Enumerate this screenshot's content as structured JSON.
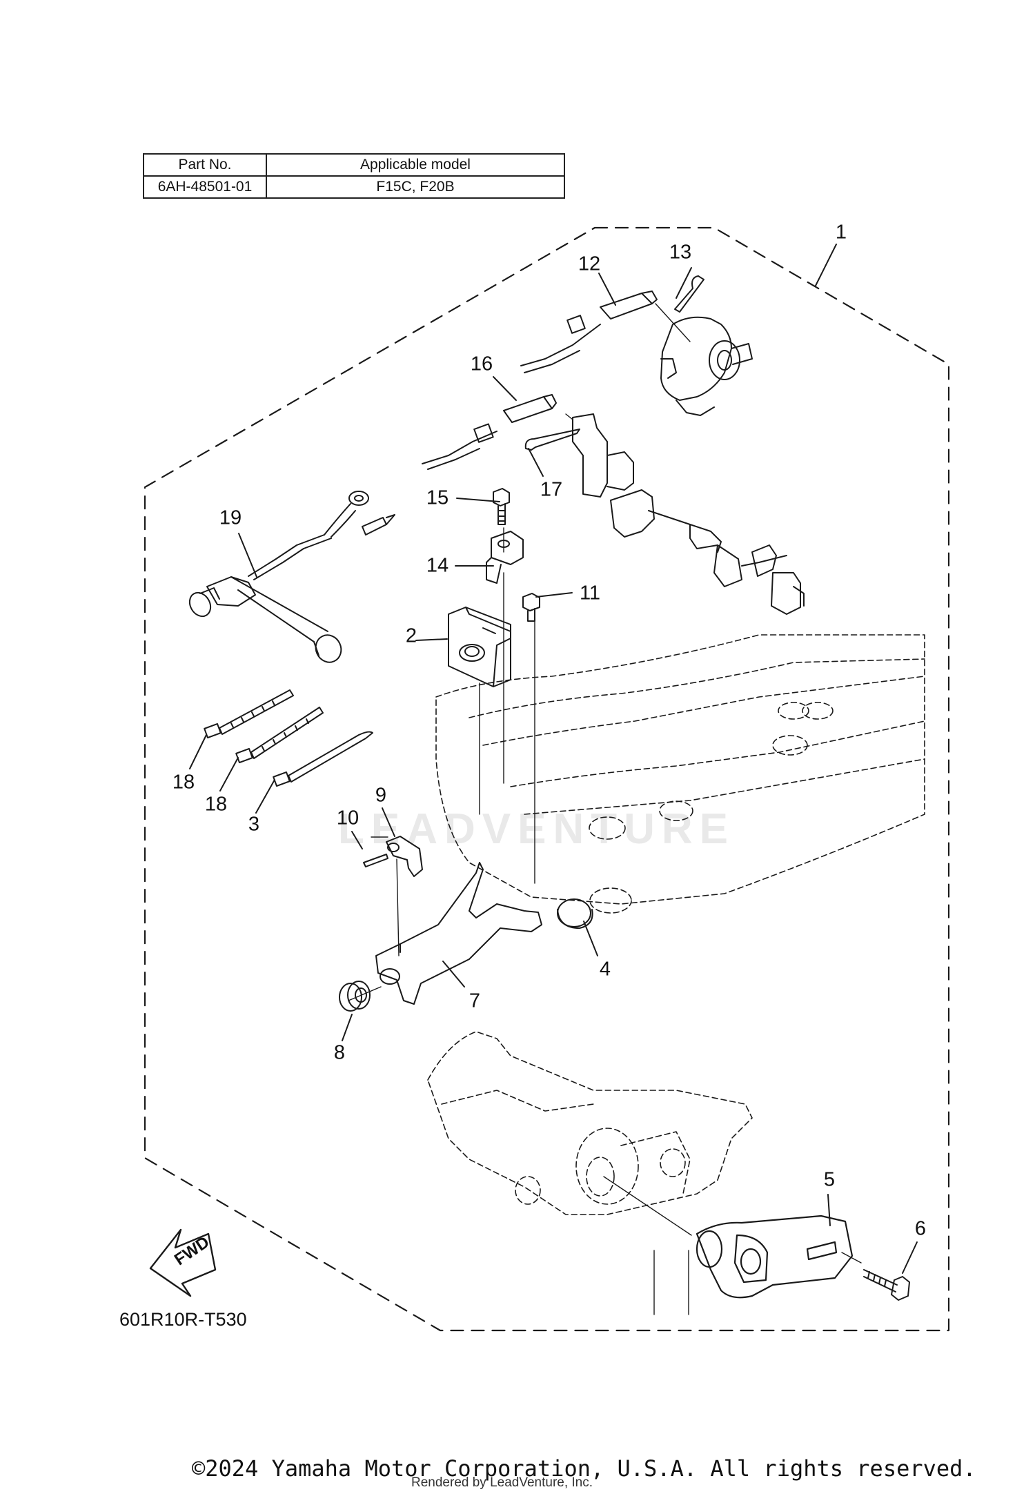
{
  "parts_table": {
    "headers": [
      "Part No.",
      "Applicable model"
    ],
    "rows": [
      [
        "6AH-48501-01",
        "F15C, F20B"
      ]
    ]
  },
  "callouts": {
    "c1": "1",
    "c2": "2",
    "c3": "3",
    "c4": "4",
    "c5": "5",
    "c6": "6",
    "c7": "7",
    "c8": "8",
    "c9": "9",
    "c10": "10",
    "c11": "11",
    "c12": "12",
    "c13": "13",
    "c14": "14",
    "c15": "15",
    "c16": "16",
    "c17": "17",
    "c18a": "18",
    "c18b": "18",
    "c19": "19"
  },
  "fwd_label": "FWD",
  "reference_code": "601R10R-T530",
  "copyright": "©2024 Yamaha Motor Corporation, U.S.A. All rights reserved.",
  "rendered_by": "Rendered by LeadVenture, Inc.",
  "watermark": "LEADVENTURE",
  "colors": {
    "line": "#1a1a1a",
    "background": "#ffffff"
  }
}
